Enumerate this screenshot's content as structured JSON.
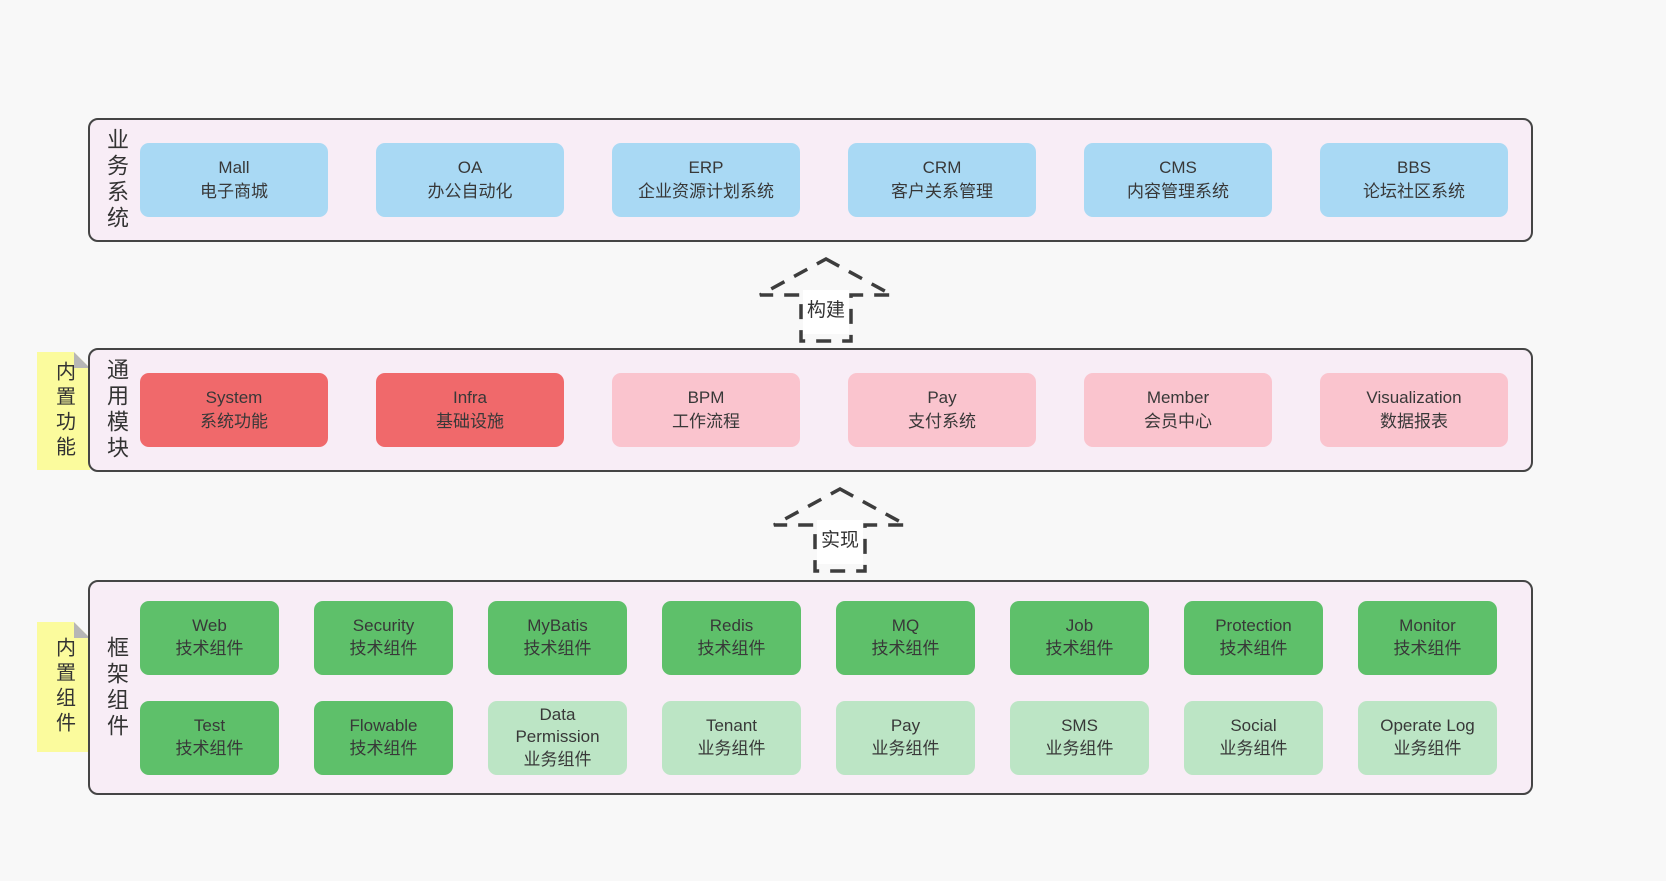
{
  "colors": {
    "page_bg": "#f8f8f8",
    "band_bg": "#f8edf6",
    "band_border": "#454545",
    "box_blue": "#a9d9f4",
    "box_red": "#f0696b",
    "box_pink": "#fac4ce",
    "box_green": "#5ec06a",
    "box_lightgreen": "#bce5c5",
    "note_bg": "#fbfb9d",
    "note_fold": "#b6b6b6",
    "text": "#383838"
  },
  "layers": [
    {
      "label": "业务系统",
      "boxes": [
        {
          "title": "Mall",
          "subtitle": "电子商城",
          "variant": "blue"
        },
        {
          "title": "OA",
          "subtitle": "办公自动化",
          "variant": "blue"
        },
        {
          "title": "ERP",
          "subtitle": "企业资源计划系统",
          "variant": "blue"
        },
        {
          "title": "CRM",
          "subtitle": "客户关系管理",
          "variant": "blue"
        },
        {
          "title": "CMS",
          "subtitle": "内容管理系统",
          "variant": "blue"
        },
        {
          "title": "BBS",
          "subtitle": "论坛社区系统",
          "variant": "blue"
        }
      ]
    },
    {
      "label": "通用模块",
      "note": "内置功能",
      "boxes": [
        {
          "title": "System",
          "subtitle": "系统功能",
          "variant": "red"
        },
        {
          "title": "Infra",
          "subtitle": "基础设施",
          "variant": "red"
        },
        {
          "title": "BPM",
          "subtitle": "工作流程",
          "variant": "pink"
        },
        {
          "title": "Pay",
          "subtitle": "支付系统",
          "variant": "pink"
        },
        {
          "title": "Member",
          "subtitle": "会员中心",
          "variant": "pink"
        },
        {
          "title": "Visualization",
          "subtitle": "数据报表",
          "variant": "pink"
        }
      ]
    },
    {
      "label": "框架组件",
      "note": "内置组件",
      "rows": [
        [
          {
            "title": "Web",
            "subtitle": "技术组件",
            "variant": "green"
          },
          {
            "title": "Security",
            "subtitle": "技术组件",
            "variant": "green"
          },
          {
            "title": "MyBatis",
            "subtitle": "技术组件",
            "variant": "green"
          },
          {
            "title": "Redis",
            "subtitle": "技术组件",
            "variant": "green"
          },
          {
            "title": "MQ",
            "subtitle": "技术组件",
            "variant": "green"
          },
          {
            "title": "Job",
            "subtitle": "技术组件",
            "variant": "green"
          },
          {
            "title": "Protection",
            "subtitle": "技术组件",
            "variant": "green"
          },
          {
            "title": "Monitor",
            "subtitle": "技术组件",
            "variant": "green"
          }
        ],
        [
          {
            "title": "Test",
            "subtitle": "技术组件",
            "variant": "green"
          },
          {
            "title": "Flowable",
            "subtitle": "技术组件",
            "variant": "green"
          },
          {
            "title": "Data Permission",
            "subtitle": "业务组件",
            "variant": "lightgreen"
          },
          {
            "title": "Tenant",
            "subtitle": "业务组件",
            "variant": "lightgreen"
          },
          {
            "title": "Pay",
            "subtitle": "业务组件",
            "variant": "lightgreen"
          },
          {
            "title": "SMS",
            "subtitle": "业务组件",
            "variant": "lightgreen"
          },
          {
            "title": "Social",
            "subtitle": "业务组件",
            "variant": "lightgreen"
          },
          {
            "title": "Operate Log",
            "subtitle": "业务组件",
            "variant": "lightgreen"
          }
        ]
      ]
    }
  ],
  "arrows": [
    {
      "label": "构建"
    },
    {
      "label": "实现"
    }
  ]
}
